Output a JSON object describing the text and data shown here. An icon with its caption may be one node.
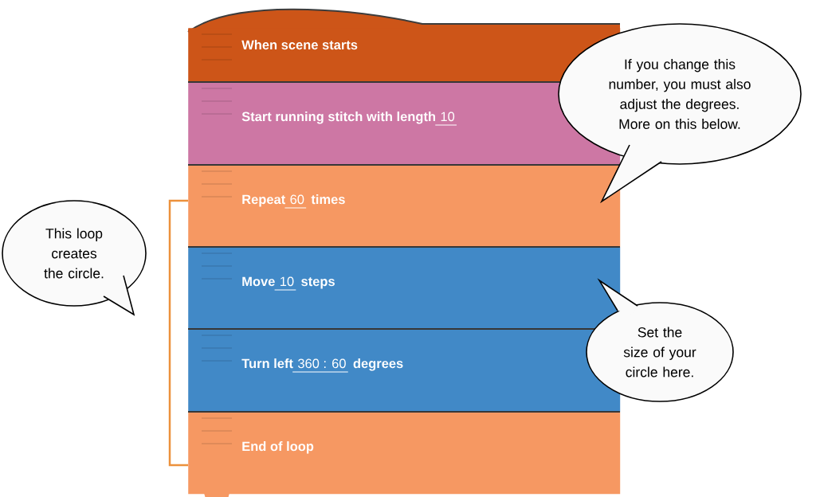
{
  "diagram": {
    "nodes": [
      {
        "text": [
          "When scene starts"
        ]
      },
      {
        "text": [
          "Start running stitch with length",
          "10"
        ]
      },
      {
        "text": [
          "Repeat",
          "60",
          "times"
        ]
      },
      {
        "text": [
          "Move",
          "10",
          "steps"
        ]
      },
      {
        "text": [
          "Turn left",
          "360 : 60",
          "degrees"
        ]
      },
      {
        "text": [
          "End of loop"
        ]
      },
      {
        "text": [
          "If you change this number, you must also adjust the degrees.",
          "More on this below."
        ]
      },
      {
        "text": [
          "This loop creates the circle."
        ]
      },
      {
        "text": [
          "Set the size of your circle here."
        ]
      }
    ]
  }
}
